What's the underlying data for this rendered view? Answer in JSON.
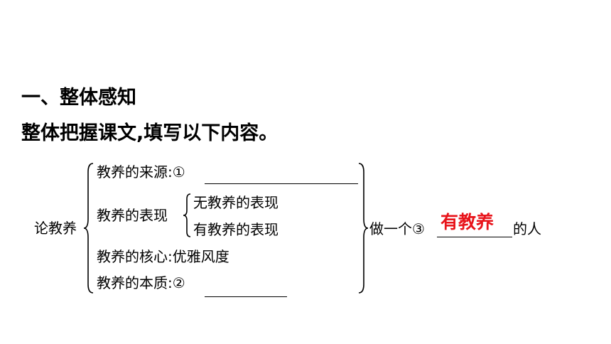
{
  "heading": "一、整体感知",
  "instruction": "整体把握课文,填写以下内容。",
  "diagram": {
    "root": "论教养",
    "source_label": "教养的来源:①",
    "expression_label": "教养的表现",
    "expression_sub": [
      "无教养的表现",
      "有教养的表现"
    ],
    "core_label": "教养的核心:优雅风度",
    "essence_label": "教养的本质:②",
    "conclusion_prefix": "做一个③",
    "answer_3": "有教养",
    "conclusion_suffix": "的人"
  }
}
